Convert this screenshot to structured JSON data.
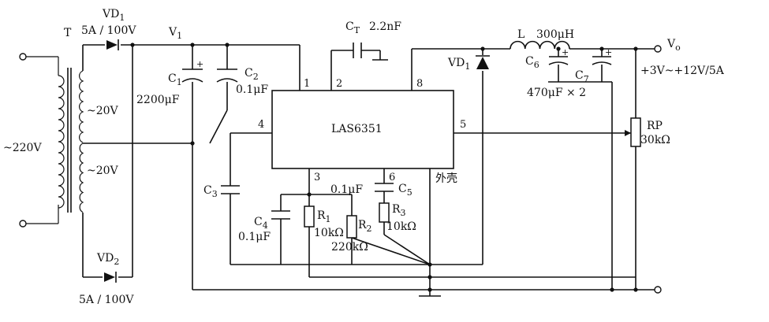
{
  "transformer": {
    "ref": "T",
    "primary": "~220V",
    "sec_top": "~20V",
    "sec_bottom": "~20V"
  },
  "vd1_in": {
    "ref": "VD",
    "sub": "1",
    "rating": "5A / 100V"
  },
  "vd2_in": {
    "ref": "VD",
    "sub": "2",
    "rating": "5A / 100V"
  },
  "v_in": {
    "ref": "V",
    "sub": "1"
  },
  "c1": {
    "ref": "C",
    "sub": "1",
    "value": "2200μF"
  },
  "c2": {
    "ref": "C",
    "sub": "2",
    "value": "0.1μF"
  },
  "ct": {
    "ref": "C",
    "sub": "T",
    "value": "2.2nF"
  },
  "ic": {
    "name": "LAS6351",
    "pins": [
      "1",
      "2",
      "8",
      "4",
      "5",
      "3",
      "6"
    ],
    "case_label": "外壳"
  },
  "c3": {
    "ref": "C",
    "sub": "3"
  },
  "c4": {
    "ref": "C",
    "sub": "4",
    "value": "0.1μF"
  },
  "c5": {
    "ref": "C",
    "sub": "5",
    "value": "0.1μF"
  },
  "r1": {
    "ref": "R",
    "sub": "1",
    "value": "10kΩ"
  },
  "r2": {
    "ref": "R",
    "sub": "2",
    "value": "220kΩ"
  },
  "r3": {
    "ref": "R",
    "sub": "3",
    "value": "10kΩ"
  },
  "vd_out": {
    "ref": "VD",
    "sub": "1"
  },
  "inductor": {
    "ref": "L",
    "value": "300μH"
  },
  "c6": {
    "ref": "C",
    "sub": "6"
  },
  "c7": {
    "ref": "C",
    "sub": "7"
  },
  "out_caps_value": "470μF × 2",
  "v_out": {
    "ref": "V",
    "sub": "o",
    "range": "+3V~+12V/5A"
  },
  "rp": {
    "ref": "RP",
    "value": "30kΩ"
  },
  "polarity": "+"
}
